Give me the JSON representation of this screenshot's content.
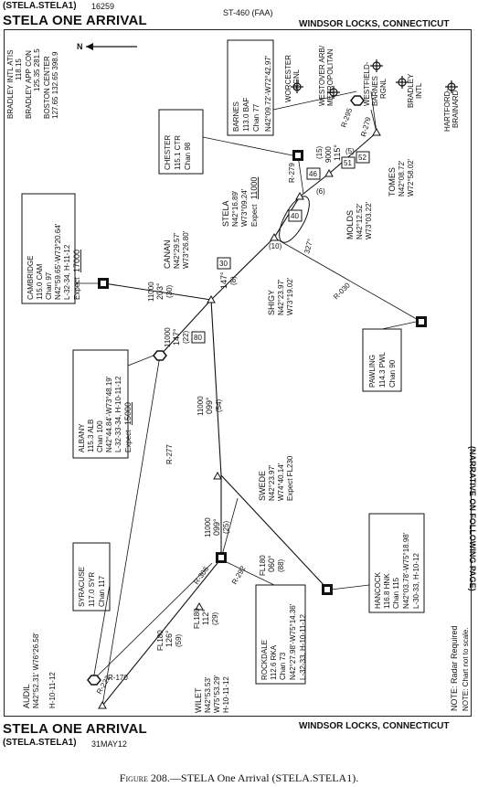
{
  "header": {
    "proc_code_top": "(STELA.STELA1)",
    "proc_number": "16259",
    "chart_id": "ST-460 (FAA)",
    "title_top": "STELA ONE ARRIVAL",
    "location_top": "WINDSOR LOCKS, CONNECTICUT"
  },
  "comms": {
    "line1": "BRADLEY INTL ATIS",
    "line1_freq": "118.15",
    "line2": "BRADLEY APP CON",
    "line2_freq": "125.35   281.5",
    "line3": "BOSTON CENTER",
    "line4": "127.65  132.65   398.9"
  },
  "navaids": {
    "cambridge": {
      "name": "CAMBRIDGE",
      "freq_id": "115.0 CAM",
      "chan": "Chan 97",
      "coords": "N42°59.65'-W73°20.64'",
      "charts": "L-32-34, H-11-12",
      "expect_label": "Expect",
      "expect_alt": "17000"
    },
    "albany": {
      "name": "ALBANY",
      "freq_id": "115.3 ALB",
      "chan": "Chan 100",
      "coords": "N42°44.84'-W73°48.19'",
      "charts": "L-32-33-34, H-10-11-12",
      "expect_label": "Expect",
      "expect_alt": "15000"
    },
    "syracuse": {
      "name": "SYRACUSE",
      "freq_id": "117.0 SYR",
      "chan": "Chan 117"
    },
    "rockdale": {
      "name": "ROCKDALE",
      "freq_id": "112.6 RKA",
      "chan": "Chan 73",
      "coords": "N42°27.98'-W75°14.36'",
      "charts": "L-32-33, H-10-11-12"
    },
    "hancock": {
      "name": "HANCOCK",
      "freq_id": "116.8 HNK",
      "chan": "Chan 115",
      "coords": "N42°03.78'-W75°18.98'",
      "charts": "L-30-33, H-10-12"
    },
    "pawling": {
      "name": "PAWLING",
      "freq_id": "114.3 PWL",
      "chan": "Chan 90"
    },
    "chester": {
      "name": "CHESTER",
      "freq_id": "115.1 CTR",
      "chan": "Chan 98"
    },
    "barnes": {
      "name": "BARNES",
      "freq_id": "113.0 BAF",
      "chan": "Chan 77",
      "coords": "N42°09.72'-W72°42.97'"
    }
  },
  "fixes": {
    "audil": {
      "name": "AUDIL",
      "coords": "N42°52.31' W76°26.58'",
      "charts": "H-10-11-12"
    },
    "wilet": {
      "name": "WILET",
      "lat": "N42°53.53'",
      "lon": "W75°53.29'",
      "charts": "H-10-11-12"
    },
    "swede": {
      "name": "SWEDE",
      "lat": "N42°23.97'",
      "lon": "W74°40.14'",
      "expect": "Expect FL230"
    },
    "shigy": {
      "name": "SHIGY",
      "lat": "N42°23.97'",
      "lon": "W73°19.02'"
    },
    "canan": {
      "name": "CANAN",
      "lat": "N42°29.57'",
      "lon": "W73°26.80'"
    },
    "stela": {
      "name": "STELA",
      "lat": "N42°16.89'",
      "lon": "W73°09.24'",
      "expect_label": "Expect",
      "expect_alt": "11000"
    },
    "molds": {
      "name": "MOLDS",
      "lat": "N42°12.52'",
      "lon": "W73°03.22'"
    },
    "tomes": {
      "name": "TOMES",
      "lat": "N42°08.72'",
      "lon": "W72°58.02'"
    }
  },
  "airports": {
    "worcester": {
      "name": "WORCESTER",
      "sub": "RGNL"
    },
    "westover": {
      "name": "WESTOVER ARB/",
      "sub": "METROPOLITAN"
    },
    "westfield": {
      "name": "WESTFIELD-",
      "sub": "BARNES",
      "sub2": "RGNL"
    },
    "bradley": {
      "name": "BRADLEY",
      "sub": "INTL"
    },
    "hartford": {
      "name": "HARTFORD-",
      "sub": "BRAINARD"
    }
  },
  "route_labels": {
    "syr_alt": "FL180",
    "syr_crs": "126°",
    "syr_dist": "(59)",
    "rka_alt": "FL180",
    "rka_crs": "112°",
    "rka_dist": "(29)",
    "seg1_alt": "11000",
    "seg1_crs": "099°",
    "seg1_dist": "(25)",
    "seg2_alt": "11000",
    "seg2_crs": "099°",
    "seg2_dist": "(54)",
    "hnk_alt": "FL180",
    "hnk_crs": "060°",
    "hnk_dist": "(88)",
    "alb_alt": "11000",
    "alb_crs": "147°",
    "alb_dist": "(22)",
    "cam_alt": "11000",
    "cam_crs": "203°",
    "cam_dist": "(30)",
    "main_crs": "147°",
    "main_dist": "(8)",
    "final_alt": "9000",
    "final_crs": "115°",
    "final_dist": "(15)",
    "shigy_stela": "(10)",
    "stela_molds": "(6)",
    "molds_tomes": "(5)",
    "mea_30": "30",
    "mea_40": "40",
    "mea_46": "46",
    "mea_51": "51",
    "mea_52": "52",
    "mea_80": "80",
    "hold_crs": "327°",
    "r170": "R-170",
    "r222": "R-222",
    "r277": "R-277",
    "r306": "R-306",
    "r292": "R-292",
    "r030": "R-030",
    "r279a": "R-279",
    "r279b": "R-279",
    "r295": "R-295"
  },
  "notes": {
    "narrative": "(NARRATIVE ON FOLLOWING PAGE)",
    "radar": "NOTE: Radar Required",
    "scale": "NOTE: Chart not to scale."
  },
  "footer": {
    "title_bottom": "STELA ONE ARRIVAL",
    "proc_code_bottom": "(STELA.STELA1)",
    "date": "31MAY12",
    "location_bottom": "WINDSOR LOCKS, CONNECTICUT",
    "caption_prefix": "Figure 208.",
    "caption_text": "—STELA One Arrival (STELA.STELA1)."
  }
}
